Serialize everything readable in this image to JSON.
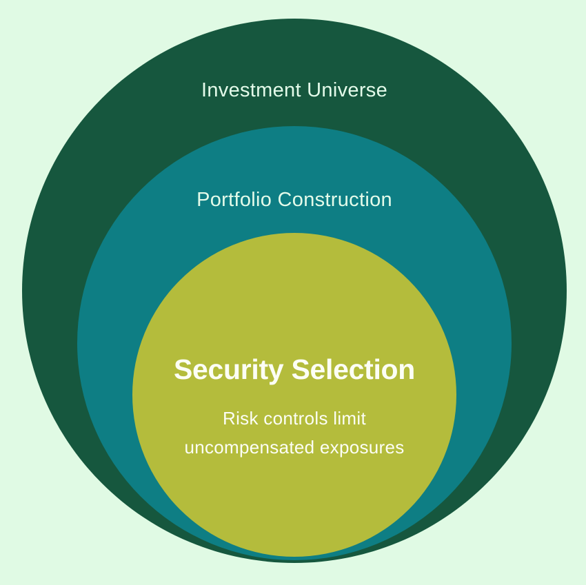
{
  "diagram": {
    "type": "nested-circles",
    "rings": [
      {
        "id": "investment-universe",
        "label": "Investment Universe",
        "color": "#16573E"
      },
      {
        "id": "portfolio-construction",
        "label": "Portfolio Construction",
        "color": "#0E7E84"
      },
      {
        "id": "security-selection",
        "label": "Security Selection",
        "color": "#B4BC3C",
        "sublabels": [
          "Risk controls limit",
          "uncompensated exposures"
        ]
      }
    ]
  },
  "colors": {
    "background": "#E0FAE4",
    "ring_outer": "#16573E",
    "ring_middle": "#0E7E84",
    "ring_inner": "#B4BC3C",
    "label_light": "#E4FBEA",
    "label_white": "#FCFEF5"
  }
}
